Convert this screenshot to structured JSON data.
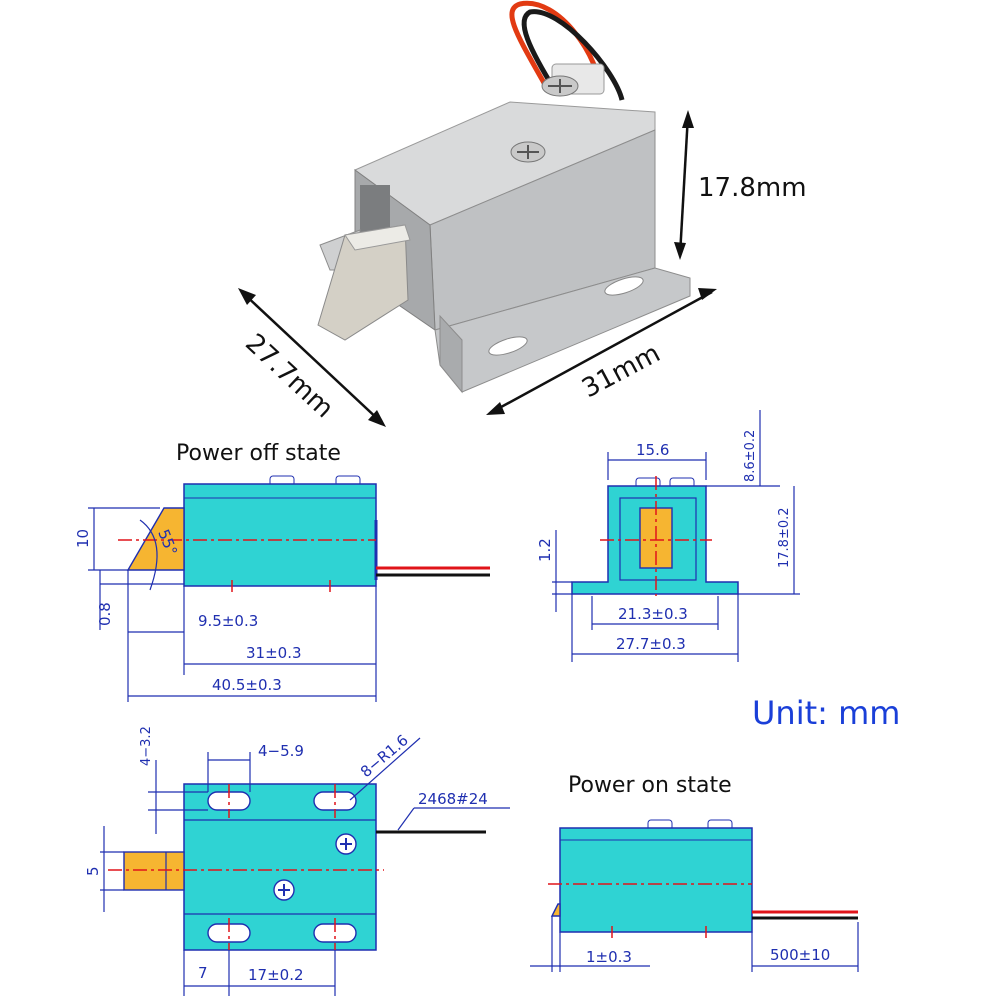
{
  "photo": {
    "dim_height": "17.8mm",
    "dim_depth": "27.7mm",
    "dim_length": "31mm"
  },
  "power_off": {
    "title": "Power off state",
    "angle": "55°",
    "dim_10": "10",
    "dim_0_8": "0.8",
    "dim_9_5": "9.5±0.3",
    "dim_31": "31±0.3",
    "dim_40_5": "40.5±0.3"
  },
  "end_view": {
    "dim_15_6": "15.6",
    "dim_8_6": "8.6±0.2",
    "dim_17_8": "17.8±0.2",
    "dim_1_2": "1.2",
    "dim_21_3": "21.3±0.3",
    "dim_27_7": "27.7±0.3"
  },
  "unit_label": "Unit: mm",
  "top_view": {
    "dim_4_3_2": "4−3.2",
    "dim_4_5_9": "4−5.9",
    "dim_8_r1_6": "8−R1.6",
    "wire": "2468#24",
    "dim_5": "5",
    "dim_7": "7",
    "dim_17": "17±0.2"
  },
  "power_on": {
    "title": "Power on state",
    "dim_1": "1±0.3",
    "dim_500": "500±10"
  },
  "colors": {
    "body": "#2fd3d3",
    "latch": "#f6b531",
    "dimension": "#1f2fb0",
    "centerline": "#e0141a",
    "unit": "#1a3fd8"
  }
}
